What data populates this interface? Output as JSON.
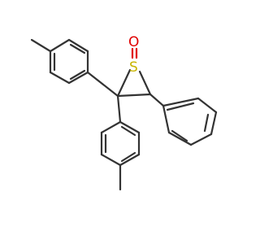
{
  "molecule": {
    "atoms": [
      {
        "id": "S",
        "label": "S",
        "color": "#c8b400"
      },
      {
        "id": "O",
        "label": "O",
        "color": "#e00000"
      }
    ],
    "colors": {
      "bond": "#333333",
      "sulfur": "#c8b400",
      "oxygen": "#e00000",
      "background": "#ffffff"
    }
  }
}
